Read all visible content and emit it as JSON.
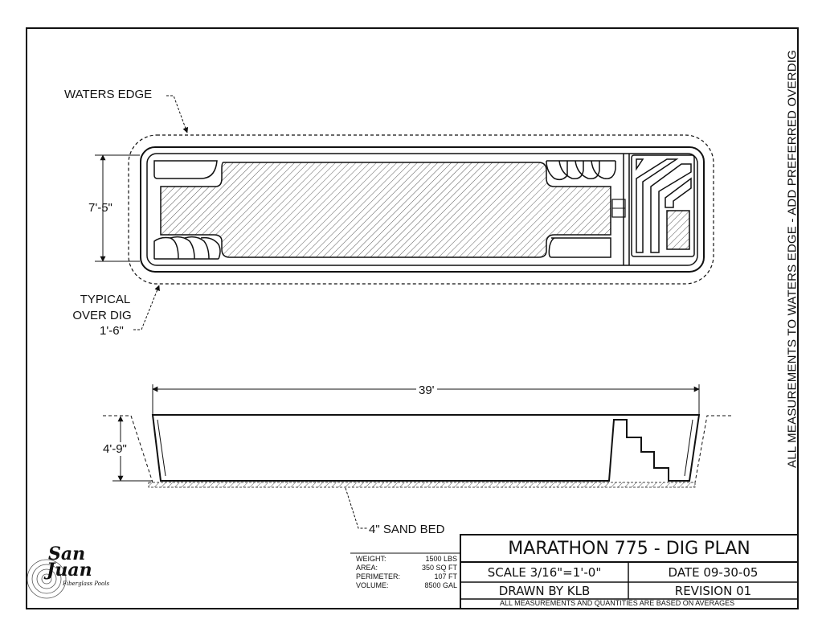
{
  "labels": {
    "waters_edge": "WATERS EDGE",
    "width_dim": "7'-5\"",
    "typical": "TYPICAL",
    "over_dig": "OVER DIG",
    "overdig_dim": "1'-6\"",
    "length_dim": "39'",
    "depth_dim": "4'-9\"",
    "sand_bed": "4\" SAND BED",
    "side_note": "ALL MEASUREMENTS TO WATERS EDGE - ADD PREFERRED OVERDIG"
  },
  "title_block": {
    "title": "MARATHON 775 - DIG PLAN",
    "scale": "SCALE 3/16\"=1'-0\"",
    "date": "DATE 09-30-05",
    "drawn_by": "DRAWN BY KLB",
    "revision": "REVISION 01",
    "footnote": "ALL MEASUREMENTS AND QUANTITIES ARE BASED ON AVERAGES"
  },
  "specs": [
    {
      "label": "WEIGHT:",
      "value": "1500 LBS"
    },
    {
      "label": "AREA:",
      "value": "350 SQ FT"
    },
    {
      "label": "PERIMETER:",
      "value": "107 FT"
    },
    {
      "label": "VOLUME:",
      "value": "8500 GAL"
    }
  ],
  "logo": {
    "line1": "San",
    "line2": "Juan",
    "tagline": "Fiberglass Pools"
  }
}
